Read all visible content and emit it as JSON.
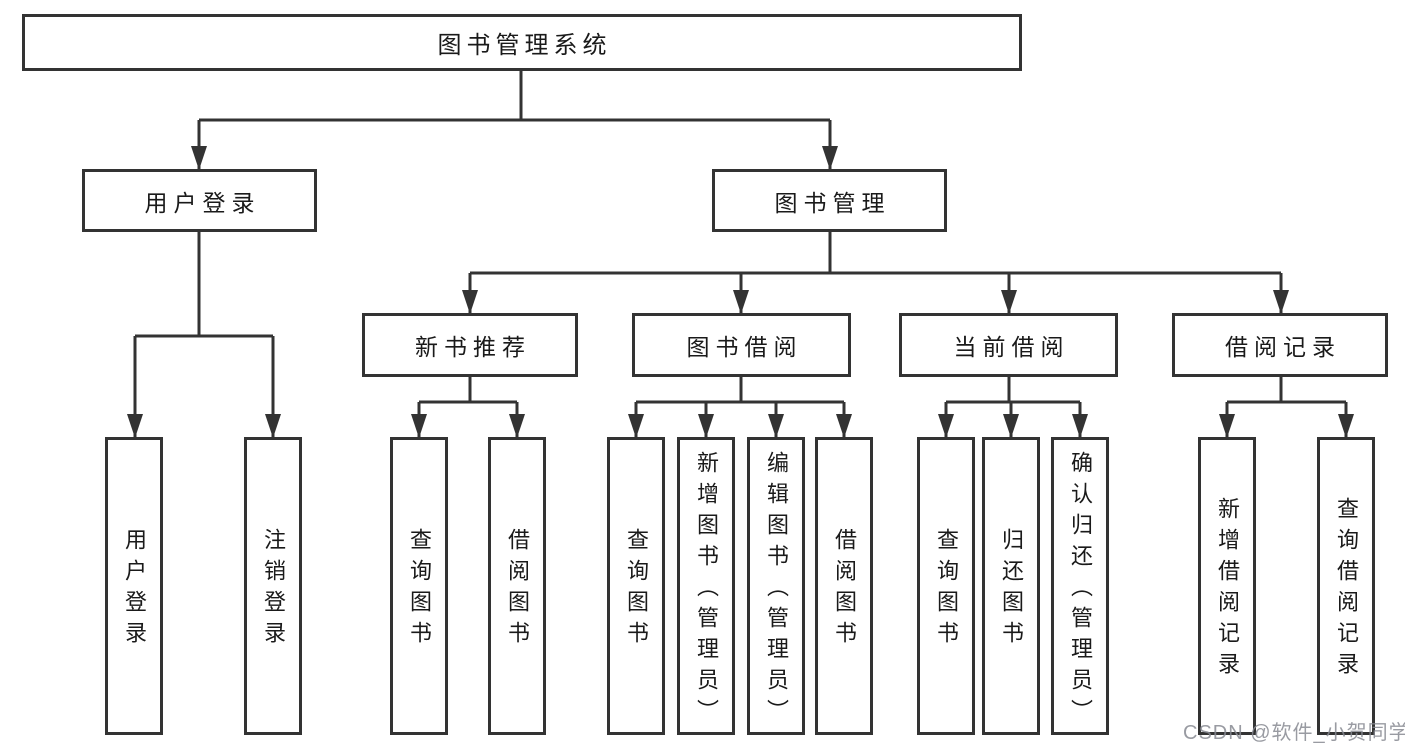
{
  "diagram": {
    "root": {
      "label": "图书管理系统"
    },
    "level2": [
      {
        "label": "用户登录"
      },
      {
        "label": "图书管理"
      }
    ],
    "level3": [
      {
        "label": "新书推荐",
        "parent": "图书管理"
      },
      {
        "label": "图书借阅",
        "parent": "图书管理"
      },
      {
        "label": "当前借阅",
        "parent": "图书管理"
      },
      {
        "label": "借阅记录",
        "parent": "图书管理"
      }
    ],
    "leaves": [
      {
        "label": "用户登录",
        "parent": "用户登录"
      },
      {
        "label": "注销登录",
        "parent": "用户登录"
      },
      {
        "label": "查询图书",
        "parent": "新书推荐"
      },
      {
        "label": "借阅图书",
        "parent": "新书推荐"
      },
      {
        "label": "查询图书",
        "parent": "图书借阅"
      },
      {
        "label": "新增图书（管理员）",
        "parent": "图书借阅"
      },
      {
        "label": "编辑图书（管理员）",
        "parent": "图书借阅"
      },
      {
        "label": "借阅图书",
        "parent": "图书借阅"
      },
      {
        "label": "查询图书",
        "parent": "当前借阅"
      },
      {
        "label": "归还图书",
        "parent": "当前借阅"
      },
      {
        "label": "确认归还（管理员）",
        "parent": "当前借阅"
      },
      {
        "label": "新增借阅记录",
        "parent": "借阅记录"
      },
      {
        "label": "查询借阅记录",
        "parent": "借阅记录"
      }
    ]
  },
  "watermark": {
    "text": "CSDN @软件_小贺同学"
  },
  "colors": {
    "line": "#333333",
    "text": "#1a1a1a",
    "background": "#ffffff",
    "watermark": "#87898f"
  }
}
